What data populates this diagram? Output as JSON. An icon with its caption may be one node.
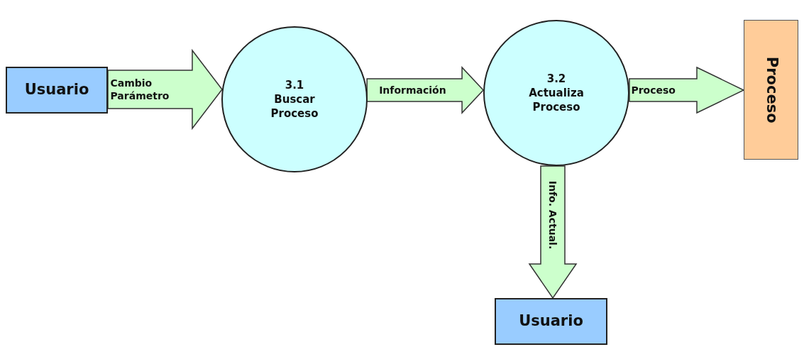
{
  "diagram": {
    "nodes": [
      {
        "text": [
          "Usuario"
        ]
      },
      {
        "text": [
          "3.1",
          "Buscar Proceso"
        ]
      },
      {
        "text": [
          "3.2",
          "Actualiza Proceso"
        ]
      },
      {
        "text": [
          "Proceso"
        ]
      },
      {
        "text": [
          "Usuario"
        ]
      }
    ],
    "edges": [
      {
        "from": 0,
        "to": 1,
        "arrow": "to",
        "label": "Cambio Parámetro"
      },
      {
        "from": 1,
        "to": 2,
        "arrow": "to",
        "label": "Información"
      },
      {
        "from": 2,
        "to": 3,
        "arrow": "to",
        "label": "Proceso"
      },
      {
        "from": 2,
        "to": 4,
        "arrow": "to",
        "label": "Info. Actual."
      }
    ]
  }
}
